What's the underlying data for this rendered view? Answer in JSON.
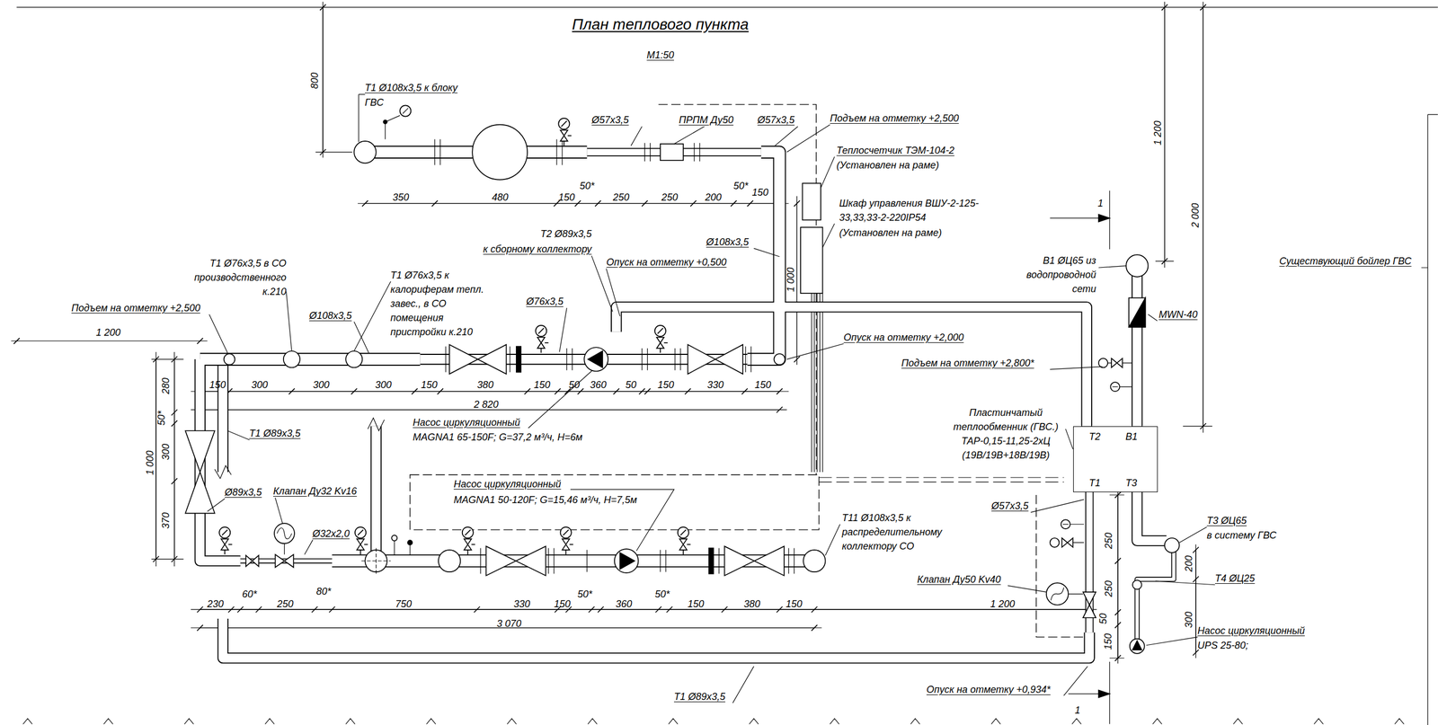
{
  "diagram": {
    "title": "План теплового пункта",
    "nodes": [
      {
        "text": [
          "Т2",
          "В1",
          "Т1",
          "Т3"
        ]
      }
    ],
    "labels": [
      "М1:50",
      "800",
      "Т1 Ø108х3,5 к блоку",
      "ГВС",
      "Ø57х3,5",
      "ПРПМ Ду50",
      "Ø57х3,5",
      "Подъем на отметку +2,500",
      "Теплосчетчик ТЭМ-104-2",
      "(Установлен на раме)",
      "Шкаф управления ВШУ-2-125-33,33,33-2-220IP54",
      "(Установлен на раме)",
      "1 200",
      "2 000",
      "1",
      "В1 ØЦ65 из водопроводной сети",
      "MWN-40",
      "Существующий бойлер ГВС",
      "350",
      "480",
      "150",
      "50*",
      "250",
      "250",
      "200",
      "50*",
      "150",
      "Ø108х3,5",
      "Т2 Ø89х3,5",
      "к сборному коллектору",
      "1 000",
      "Опуск на отметку +0,500",
      "Т1 Ø76х3,5 в СО производственного к.210",
      "Т1 Ø76х3,5 к калориферам тепл. завес., в СО помещения пристройки к.210",
      "Подъем на отметку +2,500",
      "Ø108х3,5",
      "Ø76х3,5",
      "1 200",
      "Опуск на отметку +2,000",
      "Подъем на отметку +2,800*",
      "150",
      "300",
      "300",
      "300",
      "150",
      "380",
      "150",
      "50",
      "360",
      "50",
      "150",
      "330",
      "150",
      "2 820",
      "280",
      "50*",
      "300",
      "1 000",
      "370",
      "Т1 Ø89х3,5",
      "Насос циркуляционный",
      "MAGNA1 65-150F; G=37,2 м³/ч, Н=6м",
      "Пластинчатый теплообменник (ГВС.) ТАР-0,15-11,25-2хЦ (19В/19В+18В/19В)",
      "Ø89х3,5",
      "Клапан Ду32 Kv16",
      "Насос циркуляционный",
      "MAGNA1 50-120F; G=15,46 м³/ч, Н=7,5м",
      "Ø57х3,5",
      "Ø32х2,0",
      "Т11 Ø108х3,5 к распределительному коллектору СО",
      "Т3 ØЦ65",
      "в систему ГВС",
      "250",
      "200",
      "Т4 ØЦ25",
      "Клапан Ду50 Kv40",
      "250",
      "300",
      "50",
      "150",
      "Насос циркуляционный",
      "UPS 25-80;",
      "230",
      "60*",
      "250",
      "80*",
      "750",
      "330",
      "150",
      "50*",
      "360",
      "50*",
      "150",
      "380",
      "150",
      "1 200",
      "3 070",
      "Т1 Ø89х3,5",
      "Опуск на отметку +0,934*",
      "1"
    ]
  }
}
